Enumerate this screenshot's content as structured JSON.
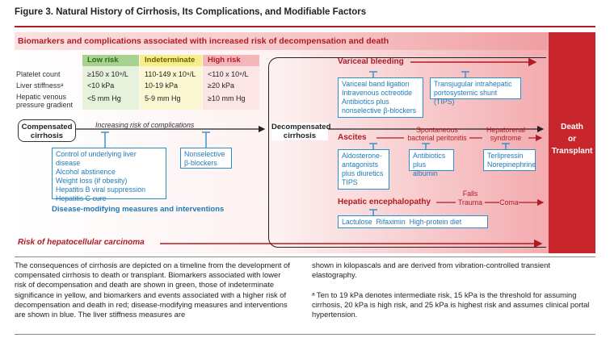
{
  "title": "Figure 3. Natural History of Cirrhosis, Its Complications, and Modifiable Factors",
  "top_band": "Biomarkers and complications associated with increased risk of decompensation and death",
  "risk_table": {
    "headers": {
      "low": "Low risk",
      "indeterminate": "Indeterminate",
      "high": "High risk"
    },
    "rows": [
      {
        "label": "Platelet count",
        "low": "≥150 x 10⁹/L",
        "ind": "110-149 x 10⁹/L",
        "high": "<110 x 10⁹/L"
      },
      {
        "label": "Liver stiffnessᵃ",
        "low": "<10 kPa",
        "ind": "10-19 kPa",
        "high": "≥20 kPa"
      },
      {
        "label_line1": "Hepatic venous",
        "label_line2": "pressure gradient",
        "low": "<5 mm Hg",
        "ind": "5-9 mm Hg",
        "high": "≥10 mm Hg"
      }
    ],
    "colors": {
      "low": "#a9d28e",
      "indeterminate": "#f7ee8a",
      "high": "#f4b6b9"
    }
  },
  "nodes": {
    "compensated_l1": "Compensated",
    "compensated_l2": "cirrhosis",
    "decompensated_l1": "Decompensated",
    "decompensated_l2": "cirrhosis",
    "death_l1": "Death",
    "death_l2": "or",
    "death_l3": "Transplant"
  },
  "timeline_label": "Increasing risk of complications",
  "disease_modifying": {
    "items": [
      "Control of underlying liver disease",
      "Alcohol abstinence",
      "Weight loss (if obesity)",
      "Hepatitis B viral suppression",
      "Hepatitis C cure"
    ],
    "beta_l1": "Nonselective",
    "beta_l2": "β-blockers",
    "label": "Disease-modifying measures and interventions"
  },
  "variceal": {
    "label": "Variceal bleeding",
    "box1": [
      "Variceal band ligation",
      "Intravenous octreotide",
      "Antibiotics plus",
      "nonselective β-blockers"
    ],
    "box2": [
      "Transjugular intrahepatic",
      "portosystemic shunt (TIPS)"
    ]
  },
  "ascites": {
    "label": "Ascites",
    "sbp_l1": "Spontaneous",
    "sbp_l2": "bacterial peritonitis",
    "hrs_l1": "Hepatorenal",
    "hrs_l2": "syndrome",
    "box1": [
      "Aldosterone-",
      "antagonists",
      "plus diuretics",
      "TIPS"
    ],
    "box2": [
      "Antibiotics",
      "plus albumin"
    ],
    "box3": [
      "Terlipressin",
      "Norepinephrine"
    ]
  },
  "he": {
    "label": "Hepatic encephalopathy",
    "falls": "Falls",
    "trauma": "Trauma",
    "coma": "Coma",
    "box": "Lactulose  Rifaximin  High-protein diet"
  },
  "hcc": "Risk of hepatocellular carcinoma",
  "caption": {
    "left": "The consequences of cirrhosis are depicted on a timeline from the development of compensated cirrhosis to death or transplant. Biomarkers associated with lower risk of decompensation and death are shown in green, those of indeterminate significance in yellow, and biomarkers and events associated with a higher risk of decompensation and death in red; disease-modifying measures and interventions are shown in blue. The liver stiffness measures are",
    "right1": "shown in kilopascals and are derived from vibration-controlled transient elastography.",
    "right2": "ᵃ Ten to 19 kPa denotes intermediate risk, 15 kPa is the threshold for assuming cirrhosis, 20 kPa is high risk, and 25 kPa is highest risk and assumes clinical portal hypertension."
  },
  "colors": {
    "accent_red": "#b11b22",
    "intervention_blue": "#1e7ab8",
    "death_red": "#c8262c"
  }
}
